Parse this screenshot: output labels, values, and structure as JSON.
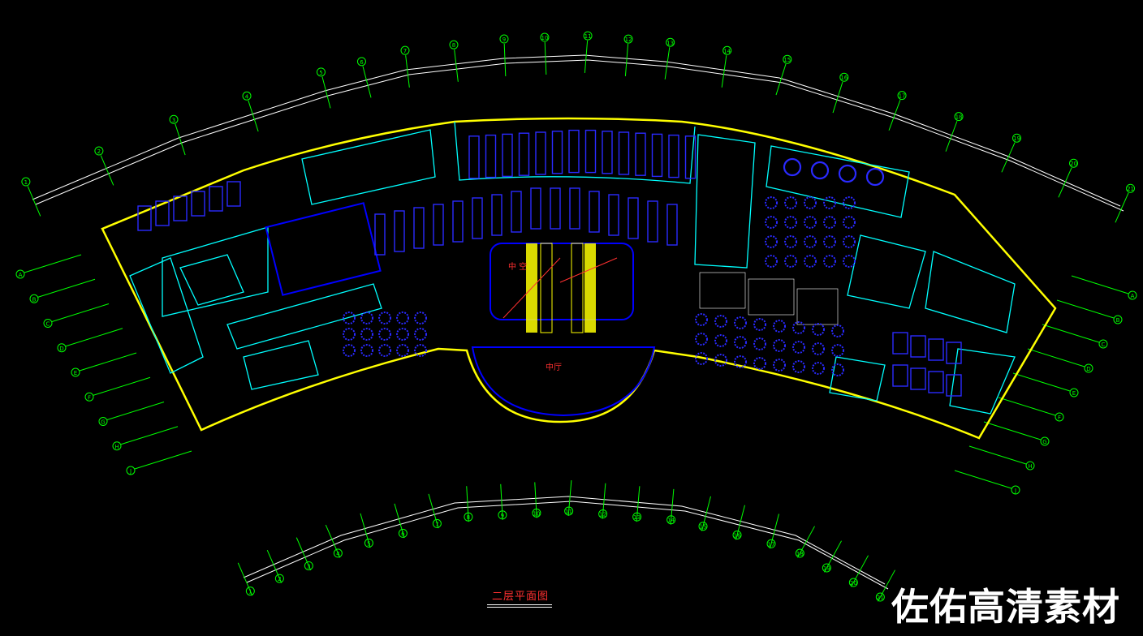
{
  "drawing": {
    "caption": "二层平面图",
    "watermark": "佐佑高清素材",
    "colors": {
      "background": "#000000",
      "grid": "#00ff00",
      "outer_wall": "#ffff00",
      "inner_wall": "#00ffff",
      "furniture": "#0000ff",
      "labels": "#ff3030"
    }
  },
  "axes_top": [
    "1",
    "2",
    "3",
    "4",
    "5",
    "6",
    "7",
    "8",
    "9",
    "10",
    "11",
    "12",
    "13",
    "14",
    "15",
    "16",
    "17",
    "18",
    "19",
    "20",
    "21"
  ],
  "axes_bottom": [
    "1",
    "2",
    "3",
    "4",
    "5",
    "6",
    "7",
    "8",
    "9",
    "10",
    "11",
    "12",
    "13",
    "14",
    "15",
    "16",
    "17",
    "18",
    "19",
    "20",
    "21"
  ],
  "axes_left": [
    "A",
    "B",
    "C",
    "D",
    "E",
    "F",
    "G",
    "H",
    "J"
  ],
  "axes_right": [
    "A",
    "B",
    "C",
    "D",
    "E",
    "F",
    "G",
    "H",
    "J"
  ],
  "rooms": {
    "central_hall": "中厅",
    "atrium": "中 空"
  }
}
